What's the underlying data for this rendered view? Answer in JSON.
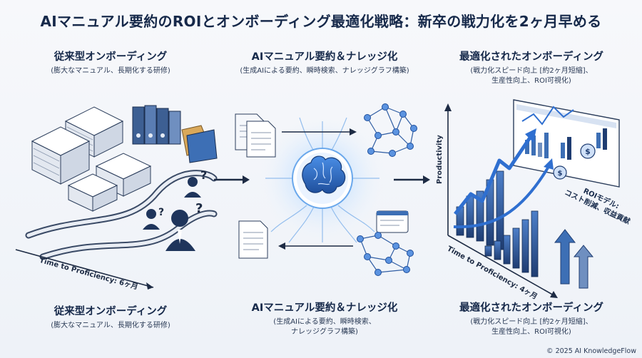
{
  "title": "AIマニュアル要約のROIとオンボーディング最適化戦略：新卒の戦力化を2ヶ月早める",
  "columns": {
    "left": {
      "heading": "従来型オンボーディング",
      "sub": "(膨大なマニュアル、長期化する研修)",
      "time_label": "Time to Proficiency: 6ヶ月"
    },
    "center": {
      "heading": "AIマニュアル要約＆ナレッジ化",
      "sub": "(生成AIによる要約、瞬時検索、ナレッジグラフ構築)"
    },
    "right": {
      "heading": "最適化されたオンボーディング",
      "sub_line1": "(戦力化スピード向上 [約2ヶ月短縮]、",
      "sub_line2": "生産性向上、ROI可視化)",
      "y_axis": "Productivity",
      "time_label": "Time to Proficiency: 4ヶ月",
      "roi_line1": "ROIモデル:",
      "roi_line2": "コスト削減、収益貢献"
    }
  },
  "bottom": {
    "left_heading": "従来型オンボーディング",
    "left_sub": "(膨大なマニュアル、長期化する研修)",
    "center_heading": "AIマニュアル要約＆ナレッジ化",
    "center_sub_line1": "(生成AIによる要約、瞬時検索、",
    "center_sub_line2": "ナレッジグラフ構築)",
    "right_heading": "最適化されたオンボーディング",
    "right_sub_line1": "(戦力化スピード向上 [約2ヶ月短縮]、",
    "right_sub_line2": "生産性向上、ROI可視化)"
  },
  "icons": {
    "question_mark": "?",
    "dollar": "$"
  },
  "copyright": "© 2025 AI KnowledgeFlow",
  "colors": {
    "navy": "#1d3a6b",
    "blue": "#2f6fd0",
    "light_blue": "#cfe0f7",
    "glow": "#8fc3ff"
  }
}
